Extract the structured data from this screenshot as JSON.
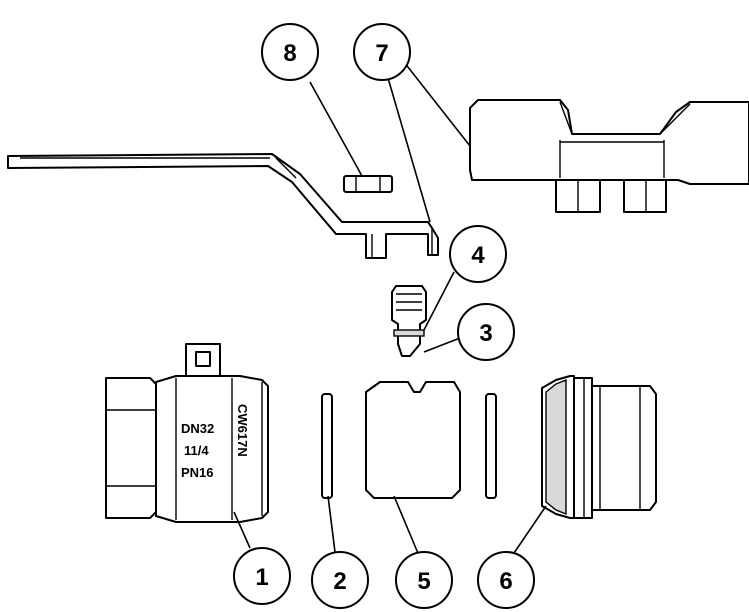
{
  "callouts": [
    {
      "id": "1",
      "label": "1"
    },
    {
      "id": "2",
      "label": "2"
    },
    {
      "id": "3",
      "label": "3"
    },
    {
      "id": "4",
      "label": "4"
    },
    {
      "id": "5",
      "label": "5"
    },
    {
      "id": "6",
      "label": "6"
    },
    {
      "id": "7",
      "label": "7"
    },
    {
      "id": "8",
      "label": "8"
    }
  ],
  "valve_body_markings": {
    "line1": "DN32",
    "line2": "11/4",
    "line3": "PN16",
    "vertical": "CW617N"
  },
  "colors": {
    "line": "#000000",
    "fill": "#ffffff",
    "shade": "#d9d9d9"
  }
}
